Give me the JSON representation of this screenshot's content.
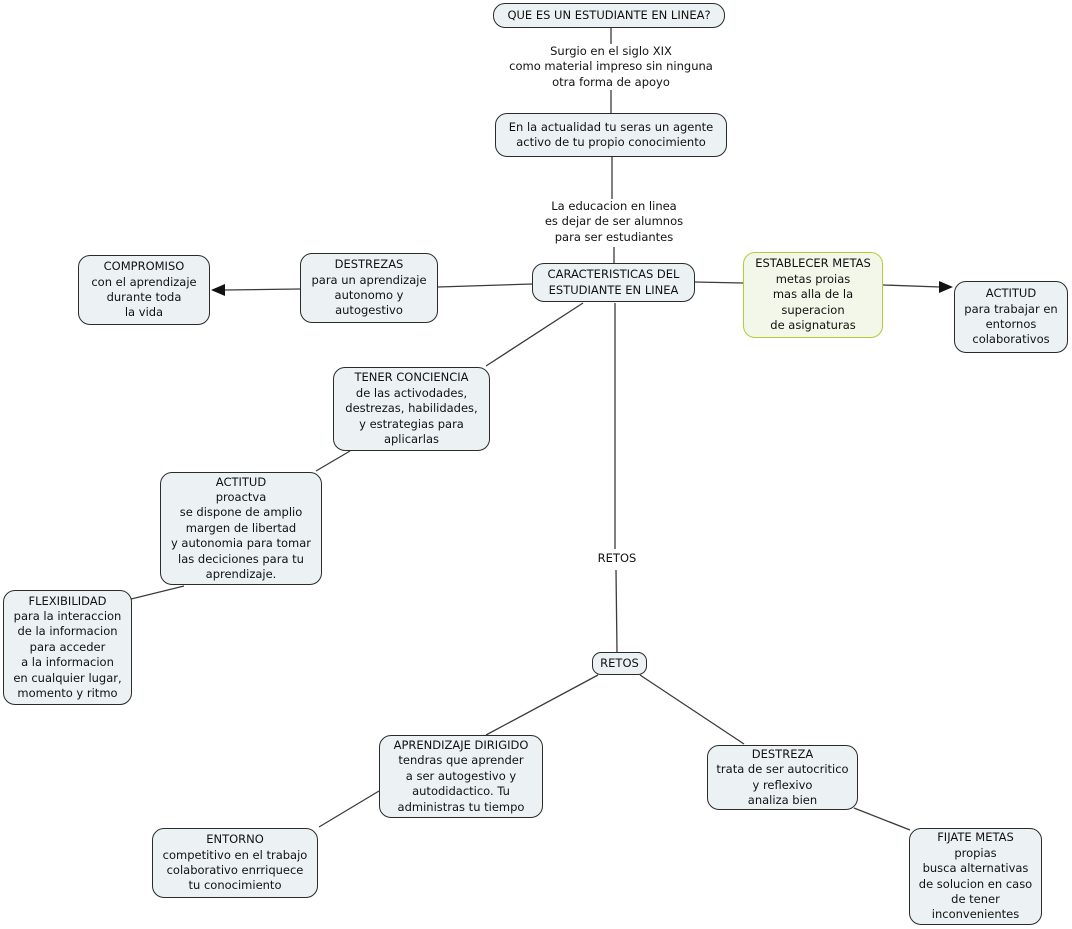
{
  "title": "Concept map: QUE ES UN ESTUDIANTE EN LINEA?",
  "colors": {
    "background": "#ffffff",
    "node_fill": "#ecf2f3",
    "node_border": "#2b2b2b",
    "highlight_node_border": "#b3cc33",
    "highlight_node_fill": "#f2f7e9",
    "line": "#3b3b3b",
    "arrow": "#111111",
    "text": "#111111"
  },
  "nodes": {
    "root": {
      "label": "QUE ES UN ESTUDIANTE EN LINEA?"
    },
    "actualidad": {
      "label": "En la actualidad tu seras un agente\nactivo de tu propio conocimiento"
    },
    "caracteristicas": {
      "label": "CARACTERISTICAS DEL\nESTUDIANTE EN LINEA"
    },
    "destrezas": {
      "label": "DESTREZAS\npara un aprendizaje\nautonomo y\nautogestivo"
    },
    "compromiso": {
      "label": "COMPROMISO\ncon el aprendizaje\ndurante toda\nla vida"
    },
    "establecer_metas": {
      "label": "ESTABLECER METAS\nmetas proias\nmas alla de la\nsuperacion\nde asignaturas"
    },
    "actitud_colaborativa": {
      "label": "ACTITUD\npara trabajar en\nentornos\ncolaborativos"
    },
    "tener_conciencia": {
      "label": "TENER CONCIENCIA\nde las activodades,\ndestrezas, habilidades,\ny estrategias para\naplicarlas"
    },
    "actitud_proactiva": {
      "label": "ACTITUD\nproactva\nse dispone de amplio\nmargen de libertad\ny autonomia para tomar\nlas deciciones para tu\naprendizaje."
    },
    "flexibilidad": {
      "label": "FLEXIBILIDAD\npara la interaccion\nde la informacion\npara acceder\na la informacion\nen cualquier lugar,\nmomento y ritmo"
    },
    "retos": {
      "label": "RETOS"
    },
    "aprendizaje_dirigido": {
      "label": "APRENDIZAJE DIRIGIDO\ntendras que aprender\na ser autogestivo y\nautodidactico. Tu\nadministras tu tiempo"
    },
    "entorno": {
      "label": "ENTORNO\ncompetitivo en el trabajo\ncolaborativo enrriquece\ntu conocimiento"
    },
    "destreza": {
      "label": "DESTREZA\ntrata de ser autocritico\ny reflexivo\nanaliza bien"
    },
    "fijate_metas": {
      "label": "FIJATE METAS\npropias\nbusca alternativas\nde solucion en caso\nde tener\ninconvenientes"
    }
  },
  "link_labels": {
    "surgio": {
      "label": "Surgio en el siglo XIX\ncomo material impreso sin ninguna\notra forma de apoyo"
    },
    "educacion": {
      "label": "La educacion en linea\nes dejar de ser alumnos\npara ser estudiantes"
    },
    "retos": {
      "label": "RETOS"
    }
  }
}
